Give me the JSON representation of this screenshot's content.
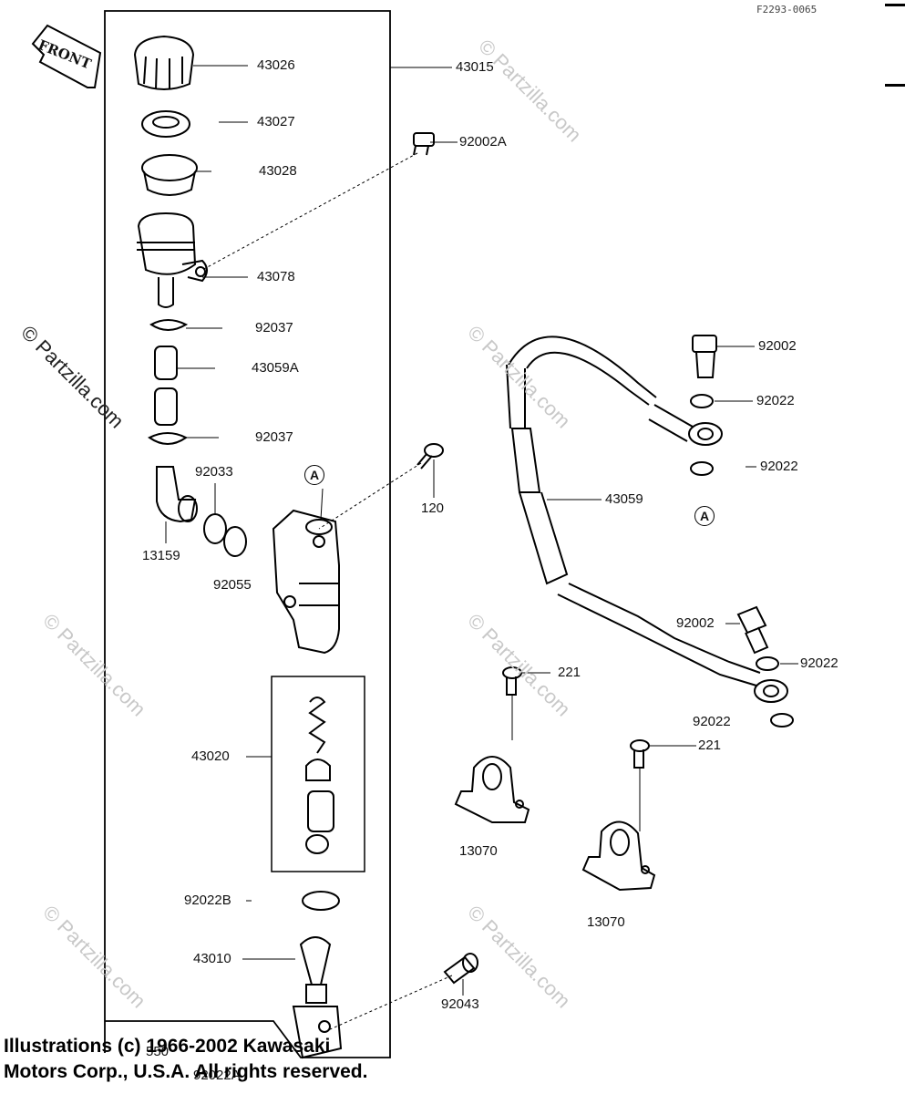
{
  "ref_code": "F2293-0065",
  "front_label": "FRONT",
  "callout_letter": "A",
  "watermark": "© Partzilla.com",
  "copyright_lines": [
    "Illustrations (c) 1966-2002 Kawasaki",
    "Motors Corp., U.S.A.  All rights reserved."
  ],
  "parts": [
    {
      "id": "43026"
    },
    {
      "id": "43027"
    },
    {
      "id": "43028"
    },
    {
      "id": "43015"
    },
    {
      "id": "92002A"
    },
    {
      "id": "43078"
    },
    {
      "id": "92037"
    },
    {
      "id": "43059A"
    },
    {
      "id": "92037"
    },
    {
      "id": "92033"
    },
    {
      "id": "13159"
    },
    {
      "id": "92055"
    },
    {
      "id": "120"
    },
    {
      "id": "43020"
    },
    {
      "id": "92022B"
    },
    {
      "id": "43010"
    },
    {
      "id": "550"
    },
    {
      "id": "92022A"
    },
    {
      "id": "92043"
    },
    {
      "id": "92002"
    },
    {
      "id": "92022"
    },
    {
      "id": "92022"
    },
    {
      "id": "43059"
    },
    {
      "id": "92002"
    },
    {
      "id": "92022"
    },
    {
      "id": "92022"
    },
    {
      "id": "221"
    },
    {
      "id": "221"
    },
    {
      "id": "13070"
    },
    {
      "id": "13070"
    }
  ]
}
